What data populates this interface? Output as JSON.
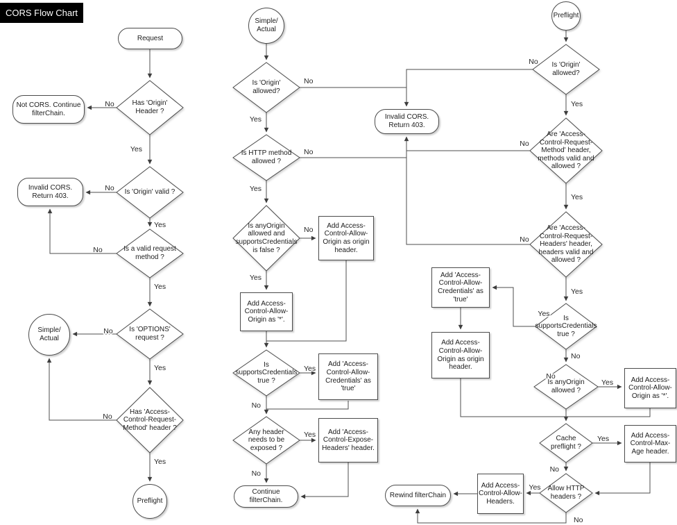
{
  "title": "CORS Flow Chart",
  "edge_labels": {
    "yes": "Yes",
    "no": "No"
  },
  "colors": {
    "stroke": "#4a4a4a",
    "title_bg": "#000000",
    "title_text": "#ffffff",
    "background": "#ffffff"
  },
  "nodes": {
    "request": "Request",
    "has_origin_header": "Has 'Origin' Header ?",
    "not_cors": "Not CORS. Continue filterChain.",
    "is_origin_valid": "Is 'Origin' valid ?",
    "invalid_cors": "Invalid CORS. Return 403.",
    "is_valid_method": "Is a valid request method ?",
    "is_options_request": "Is 'OPTIONS' request ?",
    "simple_actual": "Simple/ Actual",
    "has_acrm_header": "Has 'Access-Control-Request-Method' header ?",
    "preflight": "Preflight",
    "is_origin_allowed": "Is 'Origin' allowed?",
    "is_http_method_allowed": "Is HTTP method allowed ?",
    "is_anyorigin_and_supports_false": "Is anyOrigin allowed and supportsCredentials is false ?",
    "add_acao_origin": "Add Access-Control-Allow-Origin as origin header.",
    "add_acao_star": "Add Access-Control-Allow-Origin as '*'.",
    "is_supports_credentials": "Is supportsCredentials true ?",
    "add_acac_true": "Add 'Access-Control-Allow-Credentials' as 'true'",
    "any_header_exposed": "Any header needs to be exposed ?",
    "add_aceh": "Add 'Access-Control-Expose-Headers' header.",
    "continue_filterchain": "Continue filterChain.",
    "are_acrm_valid": "Are 'Access-Control-Request-Method' header, methods valid and allowed ?",
    "are_acrh_valid": "Are 'Access-Control-Request-Headers' header, headers valid and allowed ?",
    "is_anyorigin_allowed": "Is anyOrigin allowed ?",
    "cache_preflight": "Cache preflight ?",
    "add_max_age": "Add Access-Control-Max-Age header.",
    "allow_http_headers": "Allow HTTP headers ?",
    "add_acah": "Add Access-Control-Allow-Headers.",
    "rewind_filterchain": "Rewind filterChain"
  }
}
